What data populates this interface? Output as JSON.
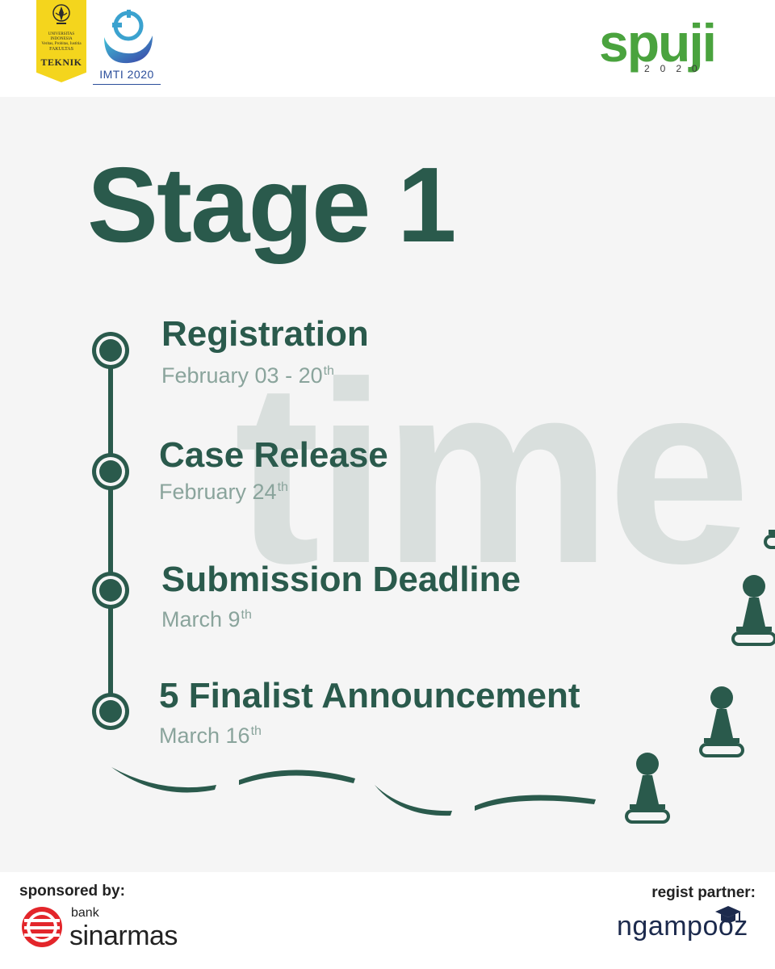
{
  "header": {
    "ui_logo": {
      "tiny_text": "UNIVERSITAS\nINDONESIA\nVeritas, Probitas, Iustitia",
      "sublabel": "FAKULTAS",
      "label": "TEKNIK"
    },
    "imti_logo": {
      "text": "IMTI 2020"
    },
    "spuji_logo": {
      "word": "spuji",
      "year": "2020"
    }
  },
  "main": {
    "watermark": "time",
    "title": "Stage 1",
    "events": [
      {
        "title": "Registration",
        "date": "February 03 - 20",
        "date_suffix": "th"
      },
      {
        "title": "Case Release",
        "date": "February 24",
        "date_suffix": "th"
      },
      {
        "title": "Submission Deadline",
        "date": "March 9",
        "date_suffix": "th"
      },
      {
        "title": "5 Finalist Announcement",
        "date": "March 16",
        "date_suffix": "th"
      }
    ]
  },
  "footer": {
    "sponsored_label": "sponsored by:",
    "sponsor": {
      "bank": "bank",
      "name": "sinarmas"
    },
    "partner_label": "regist partner:",
    "partner": {
      "name": "ngampooz"
    }
  },
  "colors": {
    "primary": "#2a5a4c",
    "date": "#8aa49c",
    "watermark": "#d9dfdd",
    "panel_bg": "#f5f5f5",
    "ui_yellow": "#f4d51d",
    "spuji_green": "#4aa33e",
    "imti_blue": "#2b4e9b",
    "sinarmas_red": "#e3262b"
  }
}
